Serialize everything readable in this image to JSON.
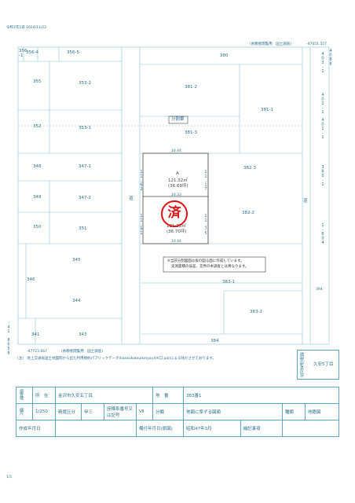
{
  "header": {
    "stamp_date": "令和7年5日 2024/11/22",
    "top_right_label": "(依頼者閲覧用　国土調査)",
    "top_right_number": "-47051.557"
  },
  "lots": [
    {
      "id": "lot-356-1",
      "label": "356\n-1"
    },
    {
      "id": "lot-356-4",
      "label": "356-4"
    },
    {
      "id": "lot-356-5",
      "label": "356-5"
    },
    {
      "id": "lot-380",
      "label": "380"
    },
    {
      "id": "lot-355",
      "label": "355"
    },
    {
      "id": "lot-353-2",
      "label": "353-2"
    },
    {
      "id": "lot-381-2",
      "label": "381-2"
    },
    {
      "id": "lot-381-1",
      "label": "381-1"
    },
    {
      "id": "lot-352",
      "label": "352"
    },
    {
      "id": "lot-353-1",
      "label": "353-1"
    },
    {
      "id": "lot-381-3",
      "label": "381-3"
    },
    {
      "id": "lot-348",
      "label": "348"
    },
    {
      "id": "lot-347-1",
      "label": "347-1"
    },
    {
      "id": "lot-382-3",
      "label": "382-3"
    },
    {
      "id": "lot-349",
      "label": "349"
    },
    {
      "id": "lot-347-2",
      "label": "347-2"
    },
    {
      "id": "lot-382-2",
      "label": "382-2"
    },
    {
      "id": "lot-350",
      "label": "350"
    },
    {
      "id": "lot-351",
      "label": "351"
    },
    {
      "id": "lot-345",
      "label": "345"
    },
    {
      "id": "lot-346",
      "label": "346"
    },
    {
      "id": "lot-344",
      "label": "344"
    },
    {
      "id": "lot-383-1",
      "label": "383-1"
    },
    {
      "id": "lot-383-2",
      "label": "383-2"
    },
    {
      "id": "lot-341",
      "label": "341"
    },
    {
      "id": "lot-343",
      "label": "343"
    },
    {
      "id": "lot-384",
      "label": "384"
    }
  ],
  "right_side_labels": [
    "403-1",
    "402-1",
    "401-1",
    "380-1",
    "1-604"
  ],
  "right_vertical_numbers": [
    "4088",
    "394"
  ],
  "left_vertical_number": "-41 8658",
  "road_label": "道",
  "division_plan_label": "分割案",
  "parcel_A": {
    "label": "A",
    "area": "121.32㎡",
    "tsubo": "(36.69坪)"
  },
  "parcel_B": {
    "area": "121.33㎡",
    "tsubo": "(36.70坪)"
  },
  "dims": {
    "top": "10.44",
    "mid": "10.33",
    "bottom": "10.44",
    "left_a": "11.62",
    "right_a": "11.17",
    "left_b": "11.51",
    "right_b": "11.75"
  },
  "stamp_text": "済",
  "note_lines": [
    "※当該分割図面は仮の図る面に作成しています。",
    "実測面積の誤差、宮界の本調査とは異なります。"
  ],
  "bottom_left_number": "-47723.667",
  "bottom_label": "(依頼者閲覧用　国土調査)",
  "footer_note": "(注)　地上交通省国土地図院から出た利用規約パブリックデータ(kankokutouikeiyou)(※口.pai)による除ださせております。",
  "side_box": {
    "label": "地図の町名区分",
    "value": "久安5丁目"
  },
  "info": {
    "r1_label": "調査地",
    "r1_sub": "所　在",
    "r1_value": "金沢市久安五丁目",
    "r1_lot_label": "地　番",
    "r1_lot_value": "383番1",
    "r2_scale_label": "縮尺",
    "r2_scale": "1/250",
    "r2_precision_label": "精度区分",
    "r2_precision": "甲三",
    "r2_coord_label": "座標系番号又は記号",
    "r2_coord": "Ⅶ",
    "r2_type_label": "分類",
    "r2_type": "地図に準ずる図面",
    "r2_kind_label": "種類",
    "r2_kind": "地籍図",
    "r3_created_label": "作成年月日",
    "r3_created": "",
    "r3_prep_label": "備付年月日(原図)",
    "r3_prep": "昭和47年3月",
    "r3_remark_label": "補記事項",
    "r3_remark": ""
  },
  "page_number": "1/1"
}
